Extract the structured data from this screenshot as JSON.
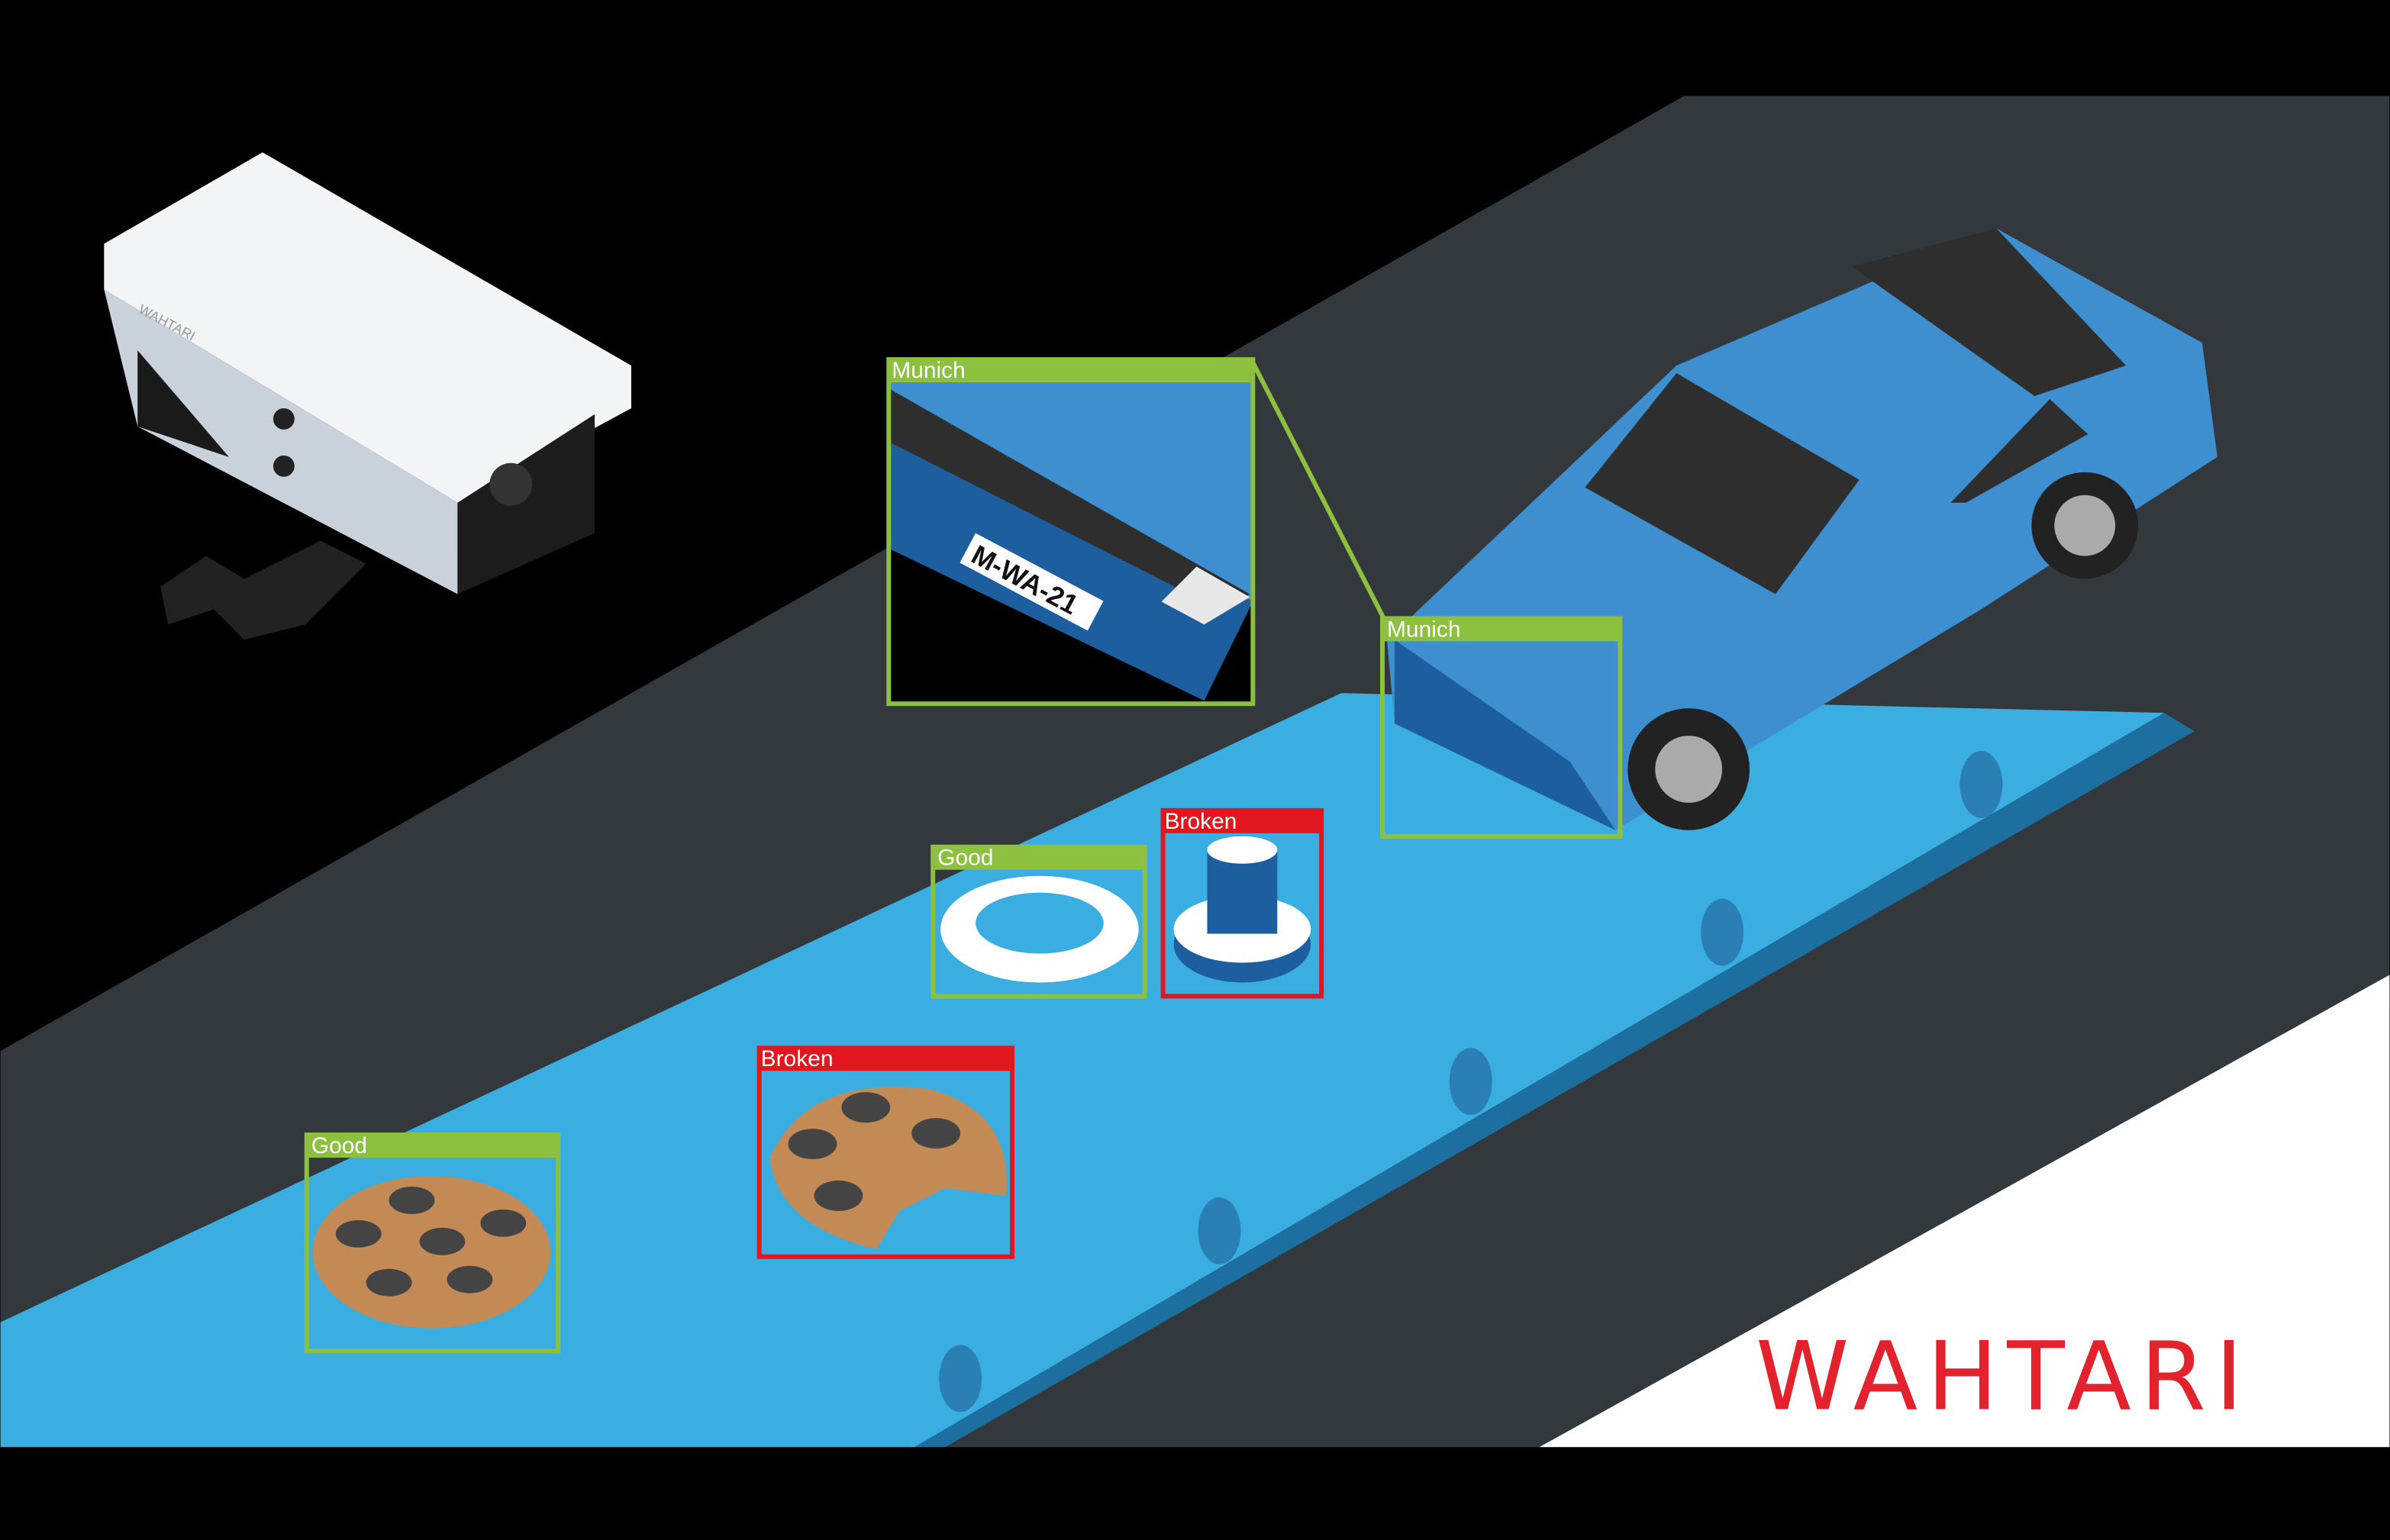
{
  "colors": {
    "good": "#8dc03f",
    "broken": "#e2161f",
    "belt": "#3aaee0",
    "road": "#3a3f44",
    "car": "#3d8fd0",
    "brand": "#e2232e"
  },
  "detections": [
    {
      "label": "Munich",
      "status": "good",
      "object": "license-plate-zoom"
    },
    {
      "label": "Munich",
      "status": "good",
      "object": "car"
    },
    {
      "label": "Good",
      "status": "good",
      "object": "ring"
    },
    {
      "label": "Broken",
      "status": "broken",
      "object": "cylinder-part"
    },
    {
      "label": "Broken",
      "status": "broken",
      "object": "cookie"
    },
    {
      "label": "Good",
      "status": "good",
      "object": "cookie"
    }
  ],
  "plate_text": "M-WA-21",
  "camera_brand": "WAHTARI",
  "logo": "WAHTARI"
}
